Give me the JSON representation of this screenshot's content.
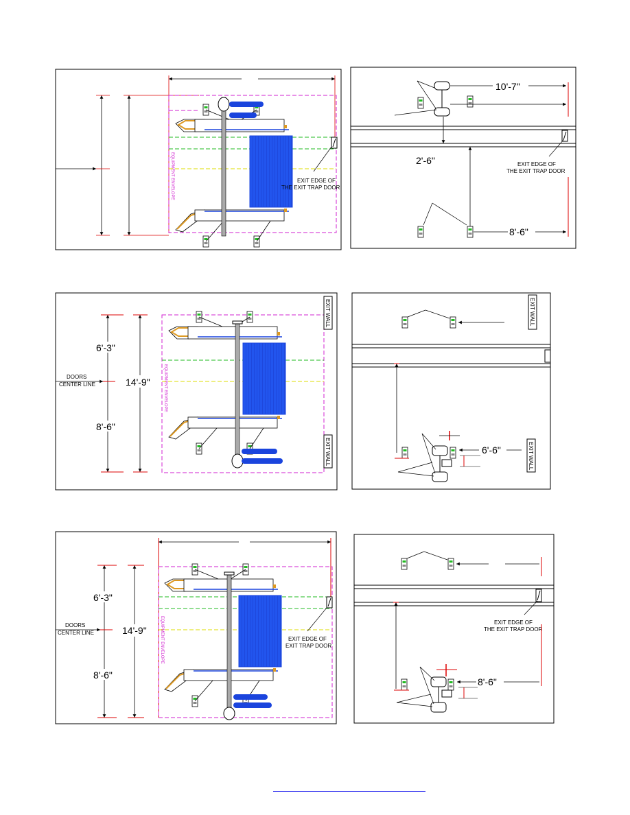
{
  "colors": {
    "magenta": "#d020d0",
    "red": "#dd0000",
    "green": "#22bb22",
    "yellow": "#dddd00",
    "blue": "#1a44dd",
    "brush_blue": "#2255ee",
    "orange": "#dd9922",
    "link": "#2222ee"
  },
  "panel1": {
    "envelope_label": "EQUIPMENT ENVELOPE",
    "exit_note_line1": "EXIT EDGE OF",
    "exit_note_line2": "THE EXIT TRAP DOOR"
  },
  "panel2": {
    "dim_top": "10'-7\"",
    "dim_mid": "2'-6\"",
    "dim_bottom": "8'-6\"",
    "exit_note_line1": "EXIT EDGE OF",
    "exit_note_line2": "THE EXIT TRAP DOOR"
  },
  "panel3": {
    "dim_upper": "6'-3\"",
    "dim_total": "14'-9\"",
    "dim_lower": "8'-6\"",
    "doors_line1": "DOORS",
    "doors_line2": "CENTER LINE",
    "envelope_label": "EQUIPMENT ENVELOPE",
    "exit_wall_top": "EXIT WALL",
    "exit_wall_bottom": "EXIT WALL"
  },
  "panel4": {
    "dim_side": "6'-6\"",
    "exit_wall": "EXIT WALL"
  },
  "panel5": {
    "dim_upper": "6'-3\"",
    "dim_total": "14'-9\"",
    "dim_lower": "8'-6\"",
    "doors_line1": "DOORS",
    "doors_line2": "CENTER LINE",
    "envelope_label": "EQUIPMENT ENVELOPE",
    "exit_note_line1": "EXIT EDGE OF",
    "exit_note_line2": "EXIT TRAP DOOR"
  },
  "panel6": {
    "dim_side": "8'-6\"",
    "exit_note_line1": "EXIT EDGE OF",
    "exit_note_line2": "THE EXIT TRAP DOOR"
  },
  "footer": {
    "link_text": ""
  }
}
